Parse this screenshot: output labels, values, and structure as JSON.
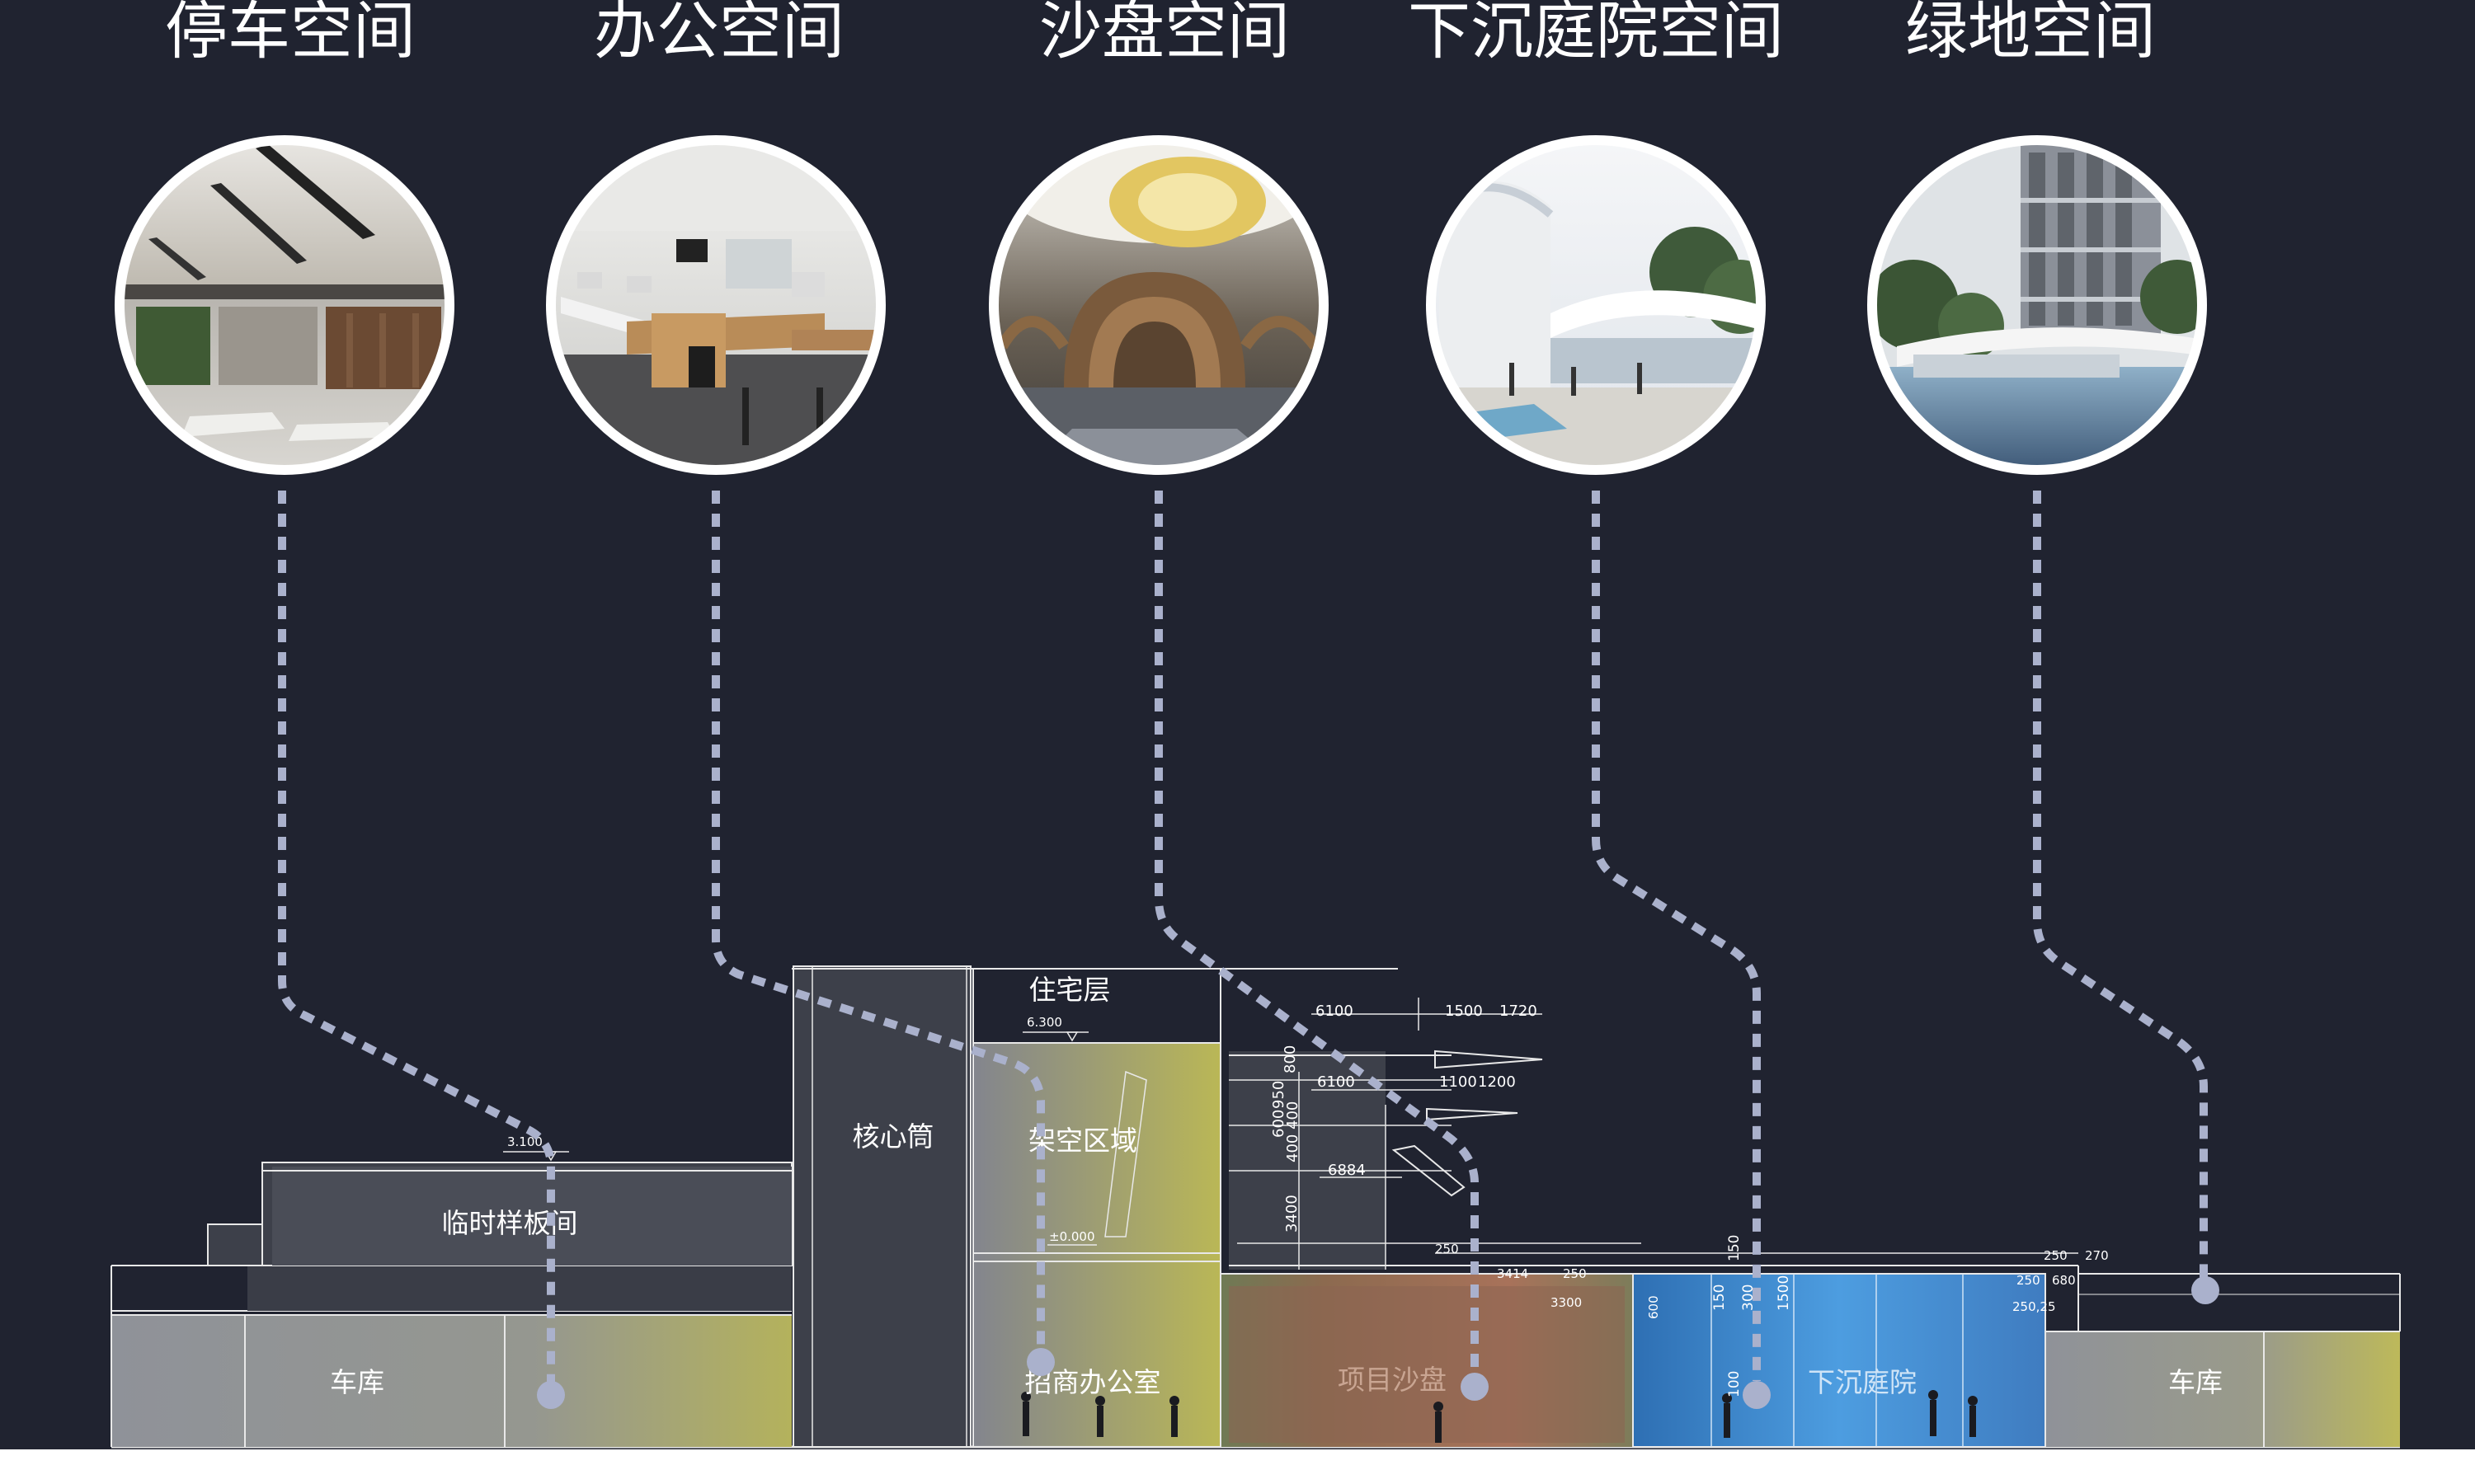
{
  "headings": [
    "停车空间",
    "办公空间",
    "沙盘空间",
    "下沉庭院空间",
    "绿地空间"
  ],
  "photo_subjects": [
    "parking-garage-photo",
    "open-office-photo",
    "sand-table-lobby-photo",
    "sunken-courtyard-photo",
    "green-space-photo"
  ],
  "section": {
    "rooms": {
      "temp_sample": "临时样板间",
      "core": "核心筒",
      "elevated": "架空区域",
      "residential": "住宅层",
      "garage_left": "车库",
      "office": "招商办公室",
      "sand_table": "项目沙盘",
      "sunken": "下沉庭院",
      "garage_right": "车库"
    },
    "levels": {
      "roof_left": "3.100",
      "residential": "6.300",
      "ground": "±0.000"
    },
    "dimensions": {
      "d6100_top": "6100",
      "d1500": "1500",
      "d1720": "1720",
      "d6100_mid": "6100",
      "d1100": "1100",
      "d1200": "1200",
      "d800": "800",
      "d950": "950",
      "d600": "600",
      "d400a": "400",
      "d400b": "400",
      "d6884": "6884",
      "d3400": "3400",
      "d250a": "250",
      "d3414": "3414",
      "d250b": "250",
      "d150": "150",
      "d250c": "250",
      "d270": "270",
      "d250d": "250",
      "d680": "680",
      "d25025": "250,25",
      "d3300": "3300",
      "d600b": "600",
      "d1500b": "1500",
      "d150b": "150",
      "d300": "300",
      "d100": "100"
    }
  },
  "colors": {
    "background": "#202330",
    "connector": "#aab1cc",
    "garage_fill": "#8d909a",
    "olive_fill": "#b7b55e",
    "blue_fill": "#3d8ed9",
    "sand_fill": "#9a6f58",
    "core_fill": "#3d404a"
  }
}
